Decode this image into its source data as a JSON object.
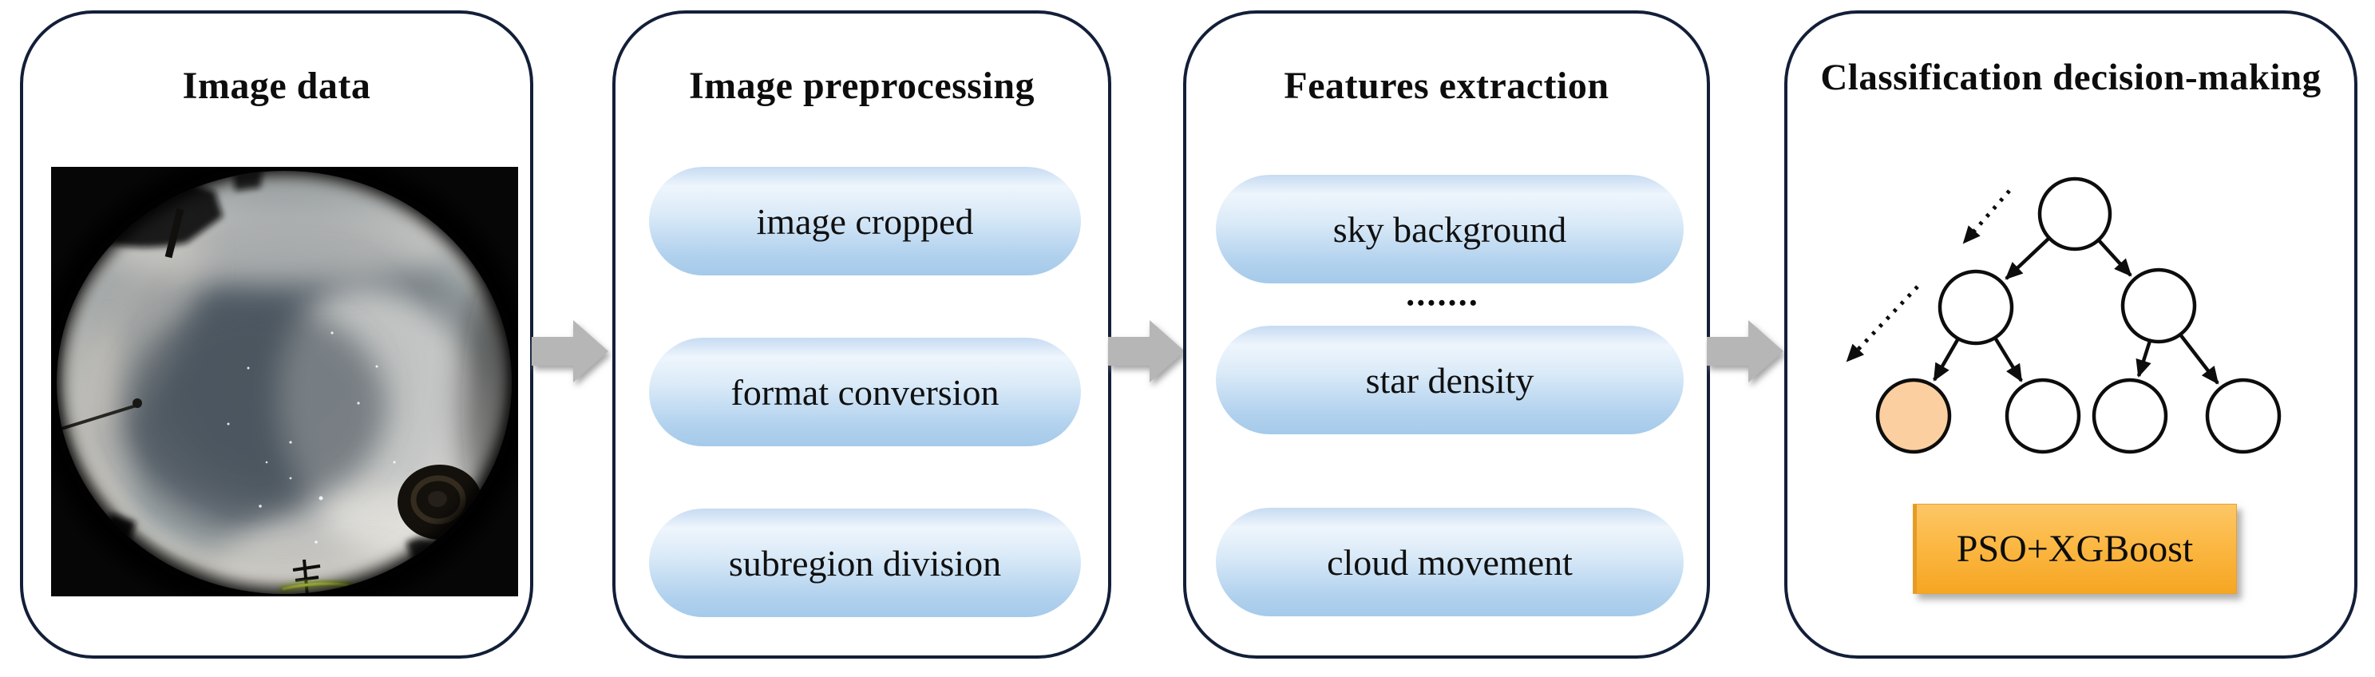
{
  "diagram": {
    "type": "pipeline-flowchart",
    "flow_arrows": {
      "count": 3,
      "direction": "right"
    },
    "panels": [
      {
        "id": "image-data",
        "title": "Image data",
        "photo_description": "fisheye all-sky night photograph with clouds, stars and horizon silhouettes"
      },
      {
        "id": "image-preprocessing",
        "title": "Image preprocessing",
        "items": [
          "image cropped",
          "format conversion",
          "subregion division"
        ]
      },
      {
        "id": "features-extraction",
        "title": "Features extraction",
        "items": [
          "sky background",
          "star density",
          "cloud movement"
        ],
        "ellipsis": "•••••••"
      },
      {
        "id": "classification-decision-making",
        "title": "Classification decision-making",
        "method": "PSO+XGBoost",
        "tree": {
          "root_nodes": 1,
          "internal_nodes": 2,
          "leaf_nodes": 4,
          "highlighted_leaf": "first",
          "dashed_iteration_arrows": 2
        }
      }
    ],
    "colors": {
      "panel_border": "#131f38",
      "pill_blue_top": "#c6dbf2",
      "pill_blue_bottom": "#a5caea",
      "method_orange_top": "#fdc766",
      "method_orange_bottom": "#f6a622",
      "leaf_highlight": "#fbcfa0",
      "flow_arrow_gray": "#b6b6b6"
    }
  }
}
